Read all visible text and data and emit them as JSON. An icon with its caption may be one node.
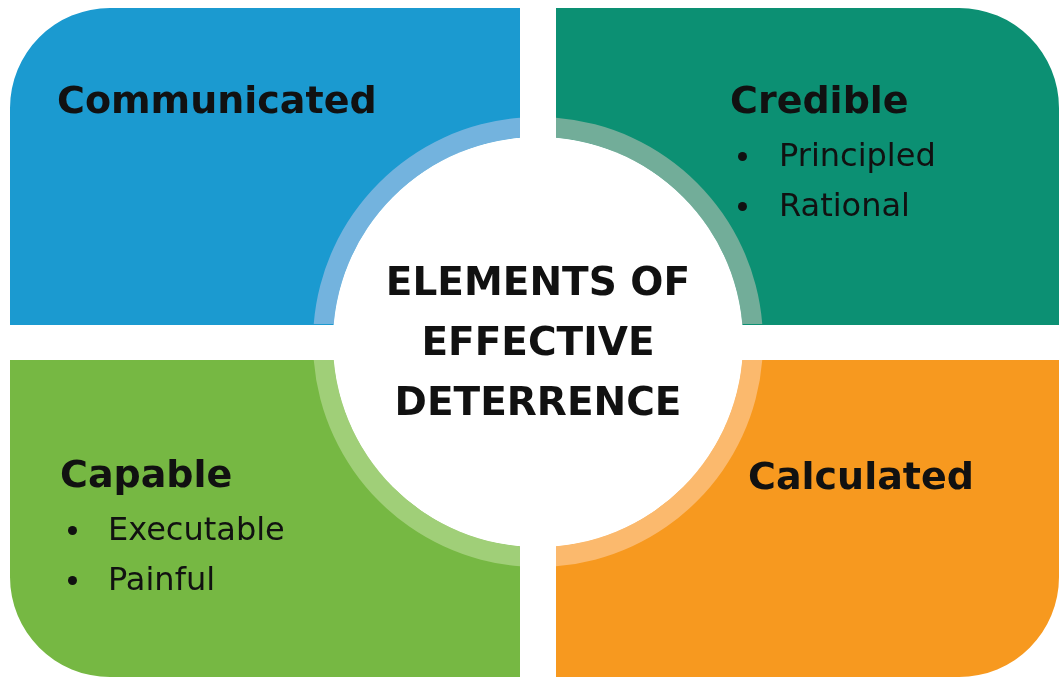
{
  "diagram": {
    "nodes": [
      {
        "text": [
          "Communicated"
        ]
      },
      {
        "text": [
          "Credible",
          "Principled",
          "Rational"
        ]
      },
      {
        "text": [
          "ELEMENTS OF EFFECTIVE DETERRENCE"
        ]
      },
      {
        "text": [
          "Capable",
          "Executable",
          "Painful"
        ]
      },
      {
        "text": [
          "Calculated"
        ]
      }
    ]
  }
}
